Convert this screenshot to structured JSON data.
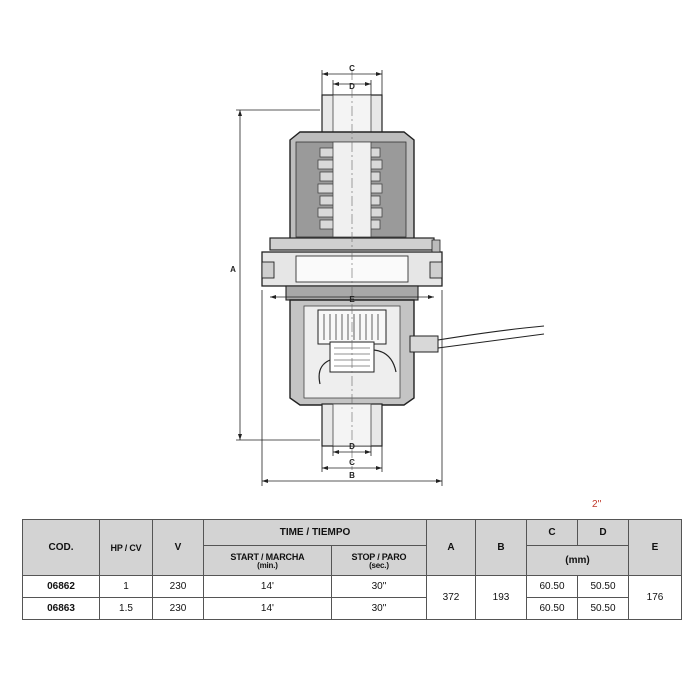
{
  "drawing": {
    "dim_labels": {
      "A": "A",
      "B": "B",
      "C": "C",
      "D": "D",
      "E": "E"
    }
  },
  "note": "2''",
  "table": {
    "headers": {
      "cod": "COD.",
      "hp": "HP / CV",
      "v": "V",
      "time": "TIME / TIEMPO",
      "start": "START / MARCHA",
      "start_unit": "(min.)",
      "stop": "STOP / PARO",
      "stop_unit": "(sec.)",
      "a": "A",
      "b": "B",
      "c": "C",
      "d": "D",
      "e": "E",
      "mm": "(mm)"
    },
    "rows": [
      {
        "cod": "06862",
        "hp": "1",
        "v": "230",
        "start": "14'",
        "stop": "30\"",
        "c": "60.50",
        "d": "50.50"
      },
      {
        "cod": "06863",
        "hp": "1.5",
        "v": "230",
        "start": "14'",
        "stop": "30\"",
        "c": "60.50",
        "d": "50.50"
      }
    ],
    "shared": {
      "a": "372",
      "b": "193",
      "e": "176"
    }
  }
}
